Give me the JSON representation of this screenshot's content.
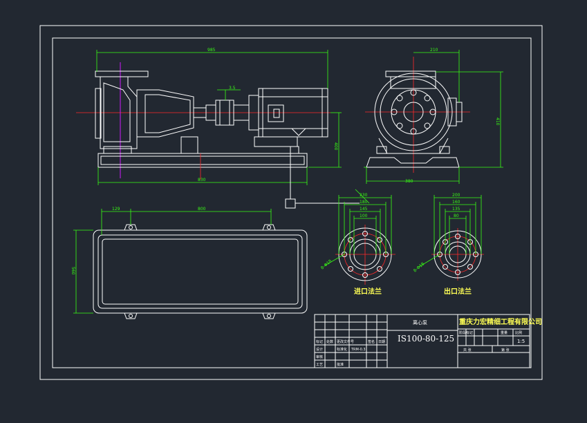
{
  "drawing": {
    "side_view_dims": {
      "overall_length": "985",
      "shaft_dim": "3.5",
      "height_right": "400",
      "base_length": "830"
    },
    "end_view_dims": {
      "top_width": "210",
      "height": "410",
      "base_width": "380"
    },
    "base_plan_dims": {
      "left_offset": "129",
      "span": "800",
      "height": "560"
    },
    "inlet_flange": {
      "label": "进口法兰",
      "dims": [
        "230",
        "180",
        "145",
        "100"
      ],
      "bolt_note": "8-Φ18"
    },
    "outlet_flange": {
      "label": "出口法兰",
      "dims": [
        "200",
        "160",
        "135",
        "80"
      ],
      "bolt_note": "8-Φ18"
    },
    "title_block": {
      "part_name": "离心泵",
      "model": "IS100-80-125",
      "company": "重庆力宏精细工程有限公司",
      "scale": "1:5",
      "small_labels": [
        "标记",
        "处数",
        "更改文件号",
        "签名",
        "日期",
        "设计",
        "标准化",
        "审核",
        "工艺",
        "批准",
        "阶段标记",
        "重量",
        "比例",
        "共 张",
        "第 张"
      ],
      "code": "TRM-0.3"
    }
  }
}
